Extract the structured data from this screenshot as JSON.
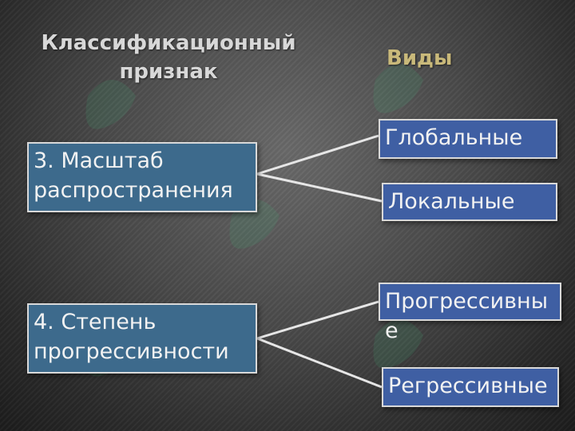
{
  "headers": {
    "left": "Классификационный признак",
    "right": "Виды"
  },
  "groups": [
    {
      "category": "3. Масштаб распространения",
      "types": [
        "Глобальные",
        "Локальные"
      ]
    },
    {
      "category": "4. Степень прогрессивности",
      "types": [
        "Прогрессивные",
        "Регрессивные"
      ]
    }
  ],
  "colors": {
    "category_box": "#3d6a8c",
    "type_box": "#3f5fa3",
    "header_left": "#d8d8d8",
    "header_right": "#c9b97a",
    "watermark": "#3fbf7f"
  },
  "watermark_icon": "green-logo-watermark"
}
